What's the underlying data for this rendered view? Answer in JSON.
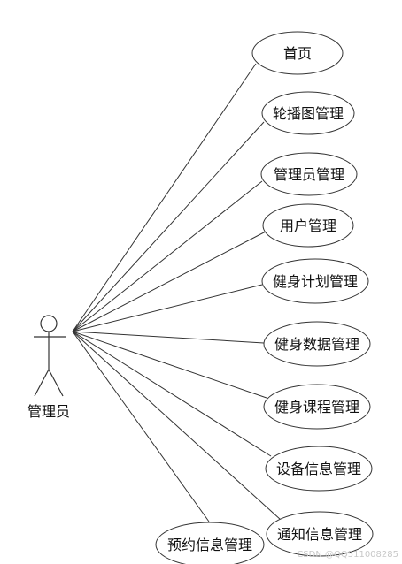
{
  "diagram": {
    "actor": {
      "label": "管理员"
    },
    "use_cases": [
      {
        "id": "home",
        "label": "首页"
      },
      {
        "id": "carousel",
        "label": "轮播图管理"
      },
      {
        "id": "admin",
        "label": "管理员管理"
      },
      {
        "id": "user",
        "label": "用户管理"
      },
      {
        "id": "fitness-plan",
        "label": "健身计划管理"
      },
      {
        "id": "fitness-data",
        "label": "健身数据管理"
      },
      {
        "id": "fitness-course",
        "label": "健身课程管理"
      },
      {
        "id": "equipment",
        "label": "设备信息管理"
      },
      {
        "id": "notice",
        "label": "通知信息管理"
      },
      {
        "id": "booking",
        "label": "预约信息管理"
      }
    ],
    "watermark": "CSDN @QQ511008285"
  }
}
